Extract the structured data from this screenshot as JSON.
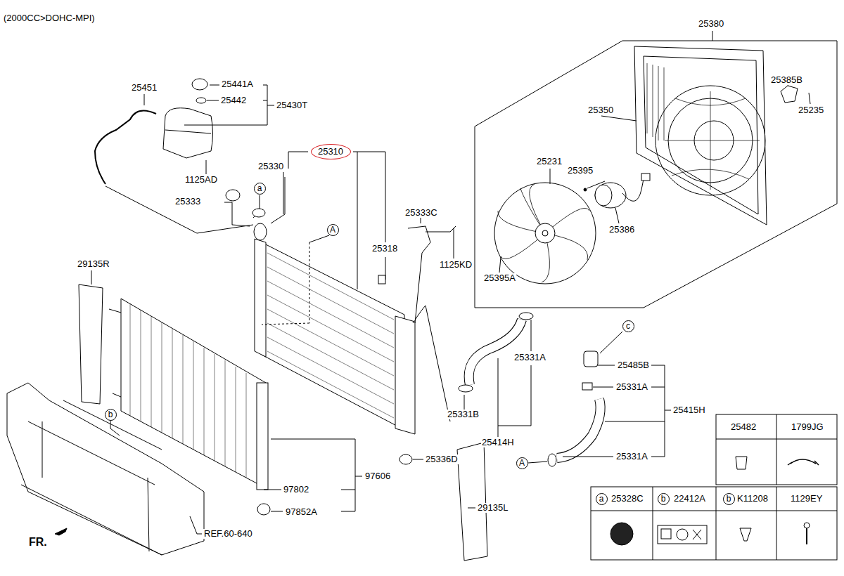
{
  "diagram": {
    "title": "(2000CC>DOHC-MPI)",
    "nodes": [
      {
        "text": [
          "25310"
        ]
      },
      {
        "text": [
          "a"
        ]
      },
      {
        "text": [
          "A"
        ]
      },
      {
        "text": [
          "c"
        ]
      },
      {
        "text": [
          "b"
        ]
      },
      {
        "text": [
          "A"
        ]
      },
      {
        "text": [
          "a"
        ]
      },
      {
        "text": [
          "b"
        ]
      },
      {
        "text": [
          "b"
        ]
      }
    ],
    "labels": [
      "25380",
      "25385B",
      "25235",
      "25350",
      "25231",
      "25395",
      "25386",
      "25395A",
      "25451",
      "25441A",
      "25442",
      "25430T",
      "25330",
      "1125AD",
      "25333",
      "25318",
      "25333C",
      "1125KD",
      "29135R",
      "25331A",
      "25485B",
      "25331A",
      "25415H",
      "25331B",
      "25414H",
      "25331A",
      "25336D",
      "97606",
      "97802",
      "97852A",
      "29135L",
      "REF.60-640",
      "FR.",
      "25482",
      "1799JG",
      "25328C",
      "22412A",
      "K11208",
      "1129EY"
    ]
  }
}
